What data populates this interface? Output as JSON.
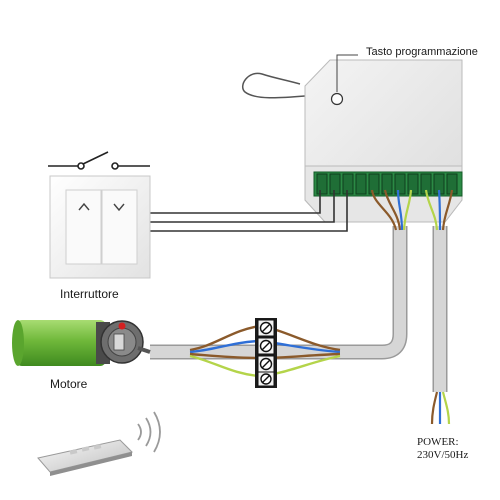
{
  "labels": {
    "program_button": "Tasto programmazione",
    "switch": "Interruttore",
    "motor": "Motore",
    "power_line1": "POWER:",
    "power_line2": "230V/50Hz"
  },
  "colors": {
    "wire_brown": "#8b5a2b",
    "wire_blue": "#2f6fd6",
    "wire_yellow_green": "#b4d44a",
    "wire_grey": "#cfcfcf",
    "terminal_green": "#1f7a3a",
    "motor_tube": "#7cc243"
  },
  "switch_arrows": [
    "up-arrow-icon",
    "down-arrow-icon"
  ]
}
